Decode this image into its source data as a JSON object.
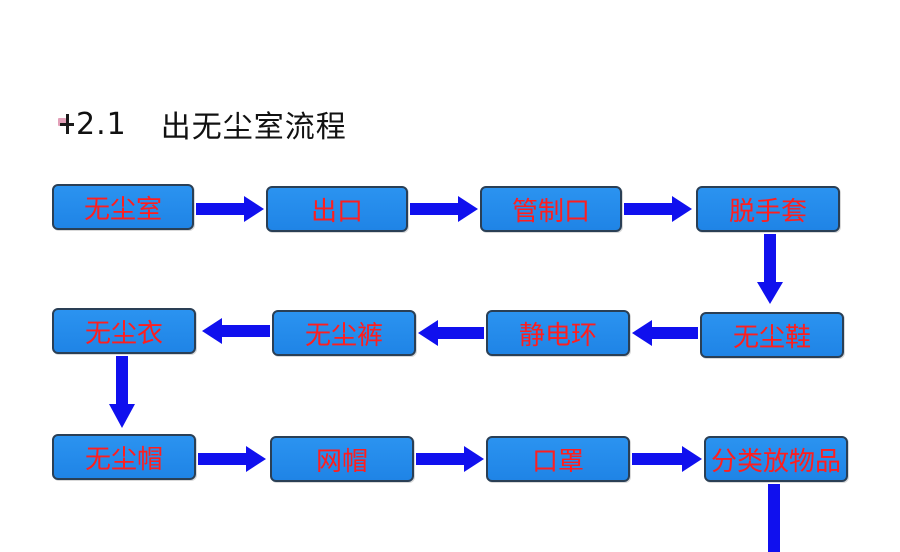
{
  "section": {
    "number": "2.1",
    "title": "出无尘室流程"
  },
  "steps": [
    {
      "id": "s1",
      "label": "无尘室"
    },
    {
      "id": "s2",
      "label": "出口"
    },
    {
      "id": "s3",
      "label": "管制口"
    },
    {
      "id": "s4",
      "label": "脱手套"
    },
    {
      "id": "s5",
      "label": "无尘鞋"
    },
    {
      "id": "s6",
      "label": "静电环"
    },
    {
      "id": "s7",
      "label": "无尘裤"
    },
    {
      "id": "s8",
      "label": "无尘衣"
    },
    {
      "id": "s9",
      "label": "无尘帽"
    },
    {
      "id": "s10",
      "label": "网帽"
    },
    {
      "id": "s11",
      "label": "口罩"
    },
    {
      "id": "s12",
      "label": "分类放物品"
    }
  ],
  "colors": {
    "box_fill": "#2a8ef0",
    "box_border": "#2a3f55",
    "label_text": "#ff1e1e",
    "arrow": "#1010ee"
  }
}
